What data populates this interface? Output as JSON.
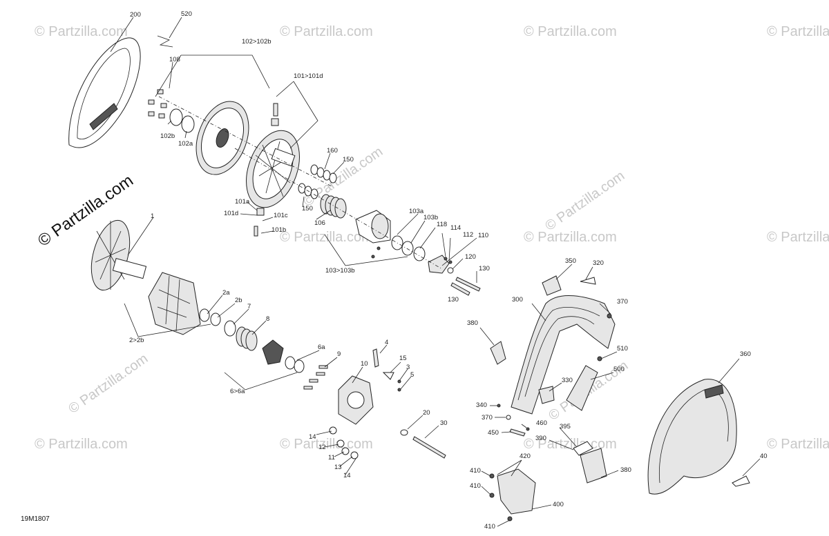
{
  "watermark": {
    "text": "© Partzilla.com",
    "big_text": "© Partzilla.com"
  },
  "diagram_code": "19M1807",
  "callouts": {
    "c200": "200",
    "c520": "520",
    "c102_102b": "102>102b",
    "c108": "108",
    "c101_101d": "101>101d",
    "c102b": "102b",
    "c102a": "102a",
    "c160": "160",
    "c150a": "150",
    "c150b": "150",
    "c106": "106",
    "c101a": "101a",
    "c101d": "101d",
    "c101c": "101c",
    "c101b": "101b",
    "c103a": "103a",
    "c103b": "103b",
    "c118": "118",
    "c114": "114",
    "c112": "112",
    "c110": "110",
    "c120": "120",
    "c130a": "130",
    "c130b": "130",
    "c103_103b": "103>103b",
    "c1": "1",
    "c2a": "2a",
    "c2b": "2b",
    "c7": "7",
    "c8": "8",
    "c2_2b": "2>2b",
    "c6a": "6a",
    "c6_6a": "6>6a",
    "c4": "4",
    "c9": "9",
    "c15": "15",
    "c3": "3",
    "c5": "5",
    "c10": "10",
    "c20": "20",
    "c30": "30",
    "c14a": "14",
    "c12": "12",
    "c11": "11",
    "c13": "13",
    "c14b": "14",
    "c350": "350",
    "c320": "320",
    "c300": "300",
    "c370a": "370",
    "c380a": "380",
    "c510": "510",
    "c500": "500",
    "c330": "330",
    "c340": "340",
    "c370b": "370",
    "c460": "460",
    "c450": "450",
    "c395": "395",
    "c390": "390",
    "c380b": "380",
    "c360": "360",
    "c40": "40",
    "c420": "420",
    "c410a": "410",
    "c410b": "410",
    "c400": "400",
    "c410c": "410"
  }
}
